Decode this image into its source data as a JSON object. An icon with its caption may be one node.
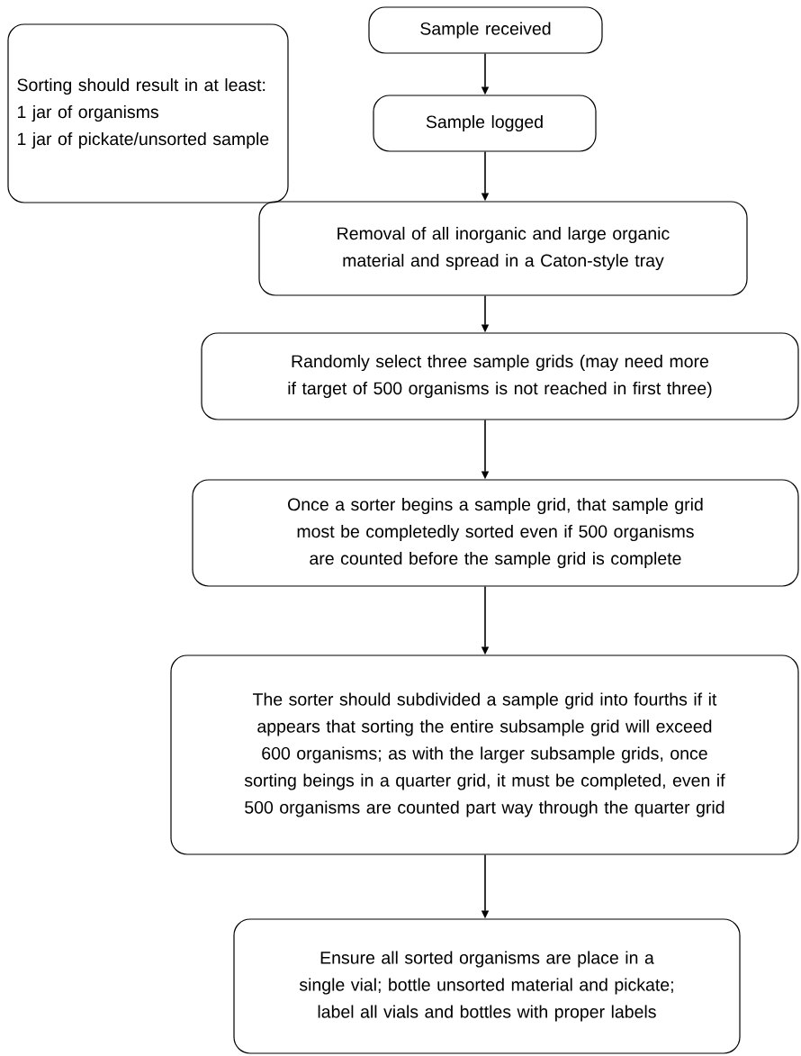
{
  "diagram": {
    "nodes": [
      {
        "text": [
          "Sorting should result in at least:",
          "1 jar of organisms",
          "1 jar of pickate/unsorted sample"
        ]
      },
      {
        "text": [
          "Sample received"
        ]
      },
      {
        "text": [
          "Sample logged"
        ]
      },
      {
        "text": [
          "Removal of all inorganic and large organic material and spread in a Caton-style tray"
        ]
      },
      {
        "text": [
          "Randomly select three sample grids (may need more if target of 500 organisms is not reached in first three)"
        ]
      },
      {
        "text": [
          "Once a sorter begins a sample grid, that sample grid most be completedly sorted even if 500 organisms are counted before the sample grid is complete"
        ]
      },
      {
        "text": [
          "The sorter should subdivided a sample grid into fourths if it appears that sorting the entire subsample grid will exceed 600 organisms; as with  the larger subsample grids, once sorting beings in a quarter grid, it must be completed, even if 500 organisms are counted part way through the quarter grid"
        ]
      },
      {
        "text": [
          "Ensure all sorted organisms are place in a single vial; bottle unsorted material and pickate; label all vials and bottles with proper labels"
        ]
      }
    ],
    "edges": [
      {
        "from": 1,
        "to": 2,
        "arrow": "to"
      },
      {
        "from": 2,
        "to": 3,
        "arrow": "to"
      },
      {
        "from": 3,
        "to": 4,
        "arrow": "to"
      },
      {
        "from": 4,
        "to": 5,
        "arrow": "to"
      },
      {
        "from": 5,
        "to": 6,
        "arrow": "to"
      },
      {
        "from": 6,
        "to": 7,
        "arrow": "to"
      }
    ]
  }
}
